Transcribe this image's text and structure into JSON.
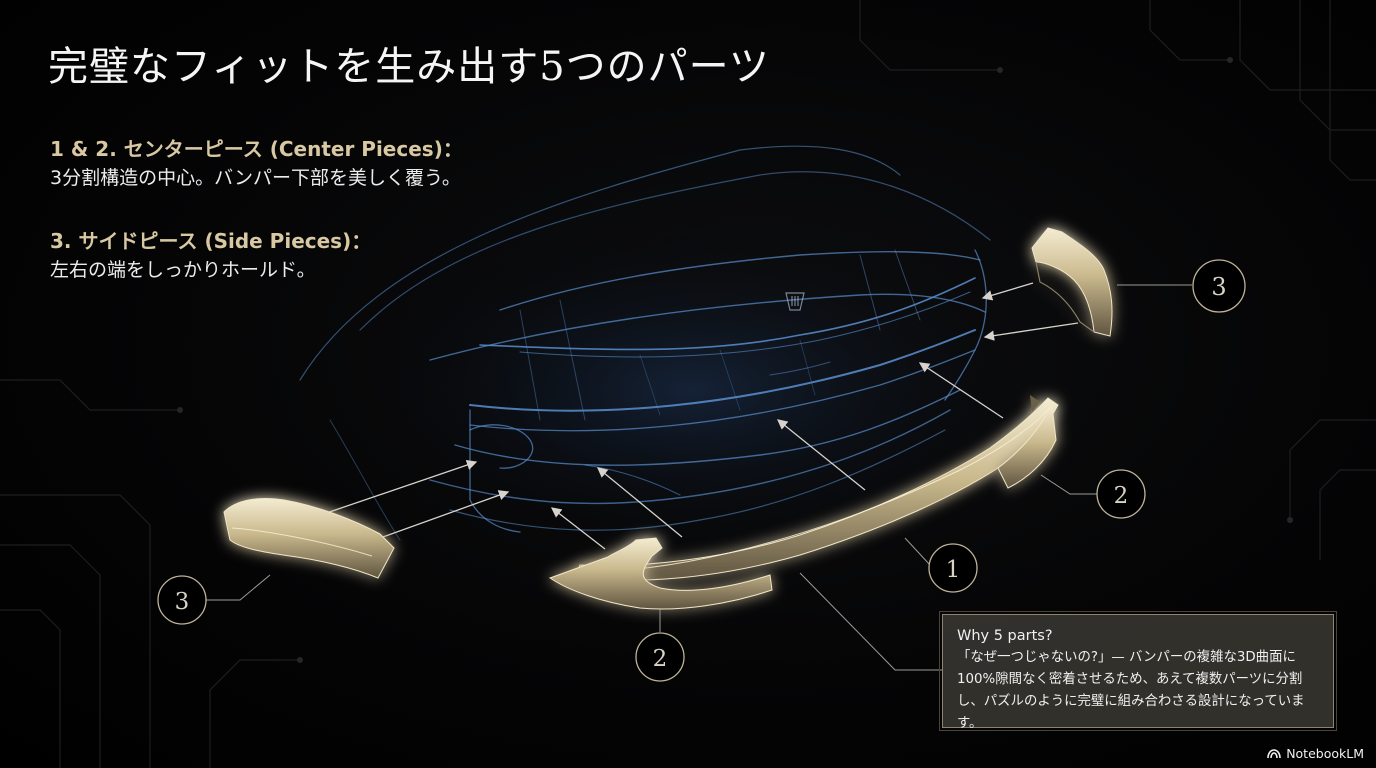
{
  "title": "完璧なフィットを生み出す5つのパーツ",
  "descriptions": [
    {
      "heading": "1 & 2. センターピース (Center Pieces)：",
      "body": "3分割構造の中心。バンパー下部を美しく覆う。"
    },
    {
      "heading": "3. サイドピース (Side Pieces)：",
      "body": "左右の端をしっかりホールド。"
    }
  ],
  "labels": {
    "center_front": "1",
    "center_right": "2",
    "center_left": "2",
    "side_right": "3",
    "side_left": "3"
  },
  "callout": {
    "heading": "Why 5 parts?",
    "body": "「なぜ一つじゃないの?」— バンパーの複雑な3D曲面に100%隙間なく密着させるため、あえて複数パーツに分割し、パズルのように完璧に組み合わさる設計になっています。"
  },
  "brand": {
    "name": "NotebookLM",
    "icon": "notebooklm-logo-icon"
  },
  "colors": {
    "background": "#000000",
    "heading_gold": "#d9c9a3",
    "part_gold": "#cdbf98",
    "wireframe_blue": "#5a8fd0",
    "label_circle": "#bfb39a"
  }
}
